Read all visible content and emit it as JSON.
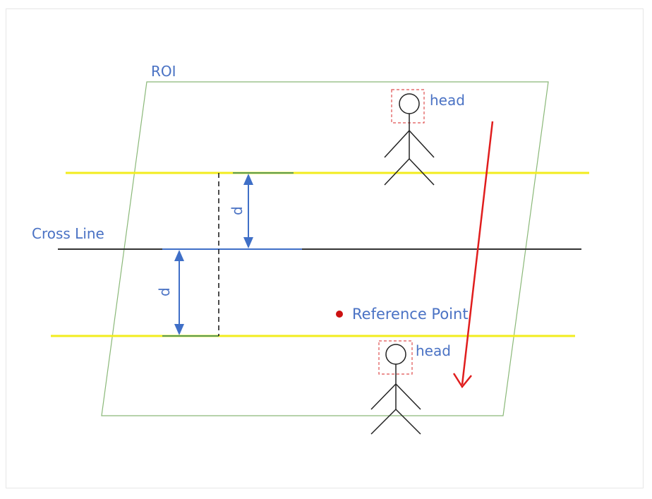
{
  "labels": {
    "roi": "ROI",
    "cross_line": "Cross Line",
    "distance_upper": "d",
    "distance_lower": "d",
    "reference_point": "Reference Point",
    "head_top": "head",
    "head_bottom": "head"
  },
  "colors": {
    "roi_border": "#8ab878",
    "offset_line": "#f2ec1e",
    "cross_line": "#333333",
    "label_text": "#4a72c4",
    "arrow_blue": "#3f6fc7",
    "direction_arrow": "#e01d1d",
    "reference_dot": "#cc1111",
    "head_box": "#e05050",
    "figure": "#222222",
    "frame_border": "#e6e6e6"
  }
}
